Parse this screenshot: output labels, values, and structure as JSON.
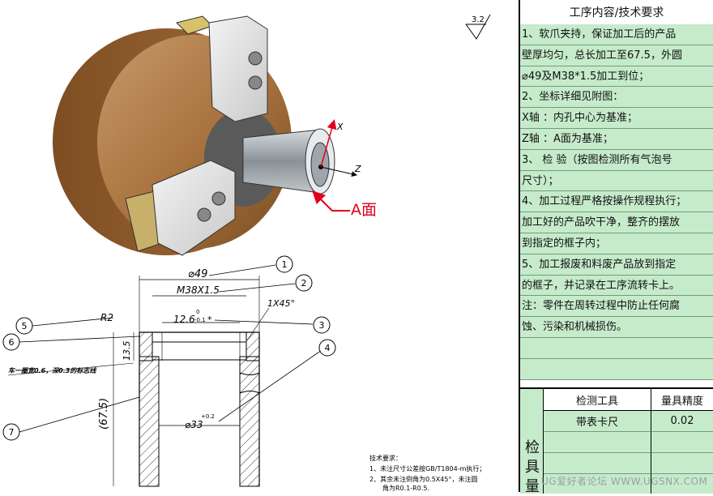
{
  "header": {
    "title": "工序内容/技术要求"
  },
  "requirements": [
    "1、软爪夹持，保证加工后的产品",
    "壁厚均匀，总长加工至67.5，外圆",
    "⌀49及M38*1.5加工到位；",
    "2、坐标详细见附图：",
    "X轴 ：内孔中心为基准；",
    "Z轴 ：A面为基准；",
    "3、 检 验（按图检测所有气泡号",
    "尺寸）；",
    "4、加工过程严格按操作规程执行；",
    "加工好的产品吹干净，整齐的摆放",
    "到指定的框子内；",
    "5、加工报废和料废产品放到指定",
    "的框子，并记录在工序流转卡上。",
    "注：零件在周转过程中防止任何腐",
    "蚀、污染和机械损伤。",
    "",
    ""
  ],
  "inspection": {
    "label_chars": [
      "检",
      "具",
      "量"
    ],
    "col_tool": "检测工具",
    "col_precision": "量具精度",
    "tool": "带表卡尺",
    "precision": "0.02"
  },
  "drawing": {
    "surface_roughness": "3.2",
    "face_label": "A面",
    "axis_x": "X",
    "axis_z": "Z",
    "dim_outer": "⌀49",
    "dim_thread": "M38X1.5",
    "dim_bore_depth": "12.6",
    "tol_bore_depth_upper": "0",
    "tol_bore_depth_lower": "-0.1",
    "bore_depth_mark": "*",
    "dim_chamfer": "1X45°",
    "dim_radius": "R2",
    "dim_thread_length": "13.5",
    "dim_total_length": "(67.5)",
    "dim_inner": "⌀33",
    "tol_inner": "+0.2",
    "note_first_thread": "车一圈宽0.6，深0.3的标志线",
    "balloons": [
      "1",
      "2",
      "3",
      "4",
      "5",
      "6",
      "7"
    ],
    "tech_req_title": "技术要求：",
    "tech_req_1": "1、未注尺寸公差按GB/T1804-m执行；",
    "tech_req_2a": "2、其余未注倒角为0.5X45°，未注圆",
    "tech_req_2b": "角为R0.1-R0.5."
  },
  "watermark": "UG爱好者论坛 WWW.UGSNX.COM"
}
